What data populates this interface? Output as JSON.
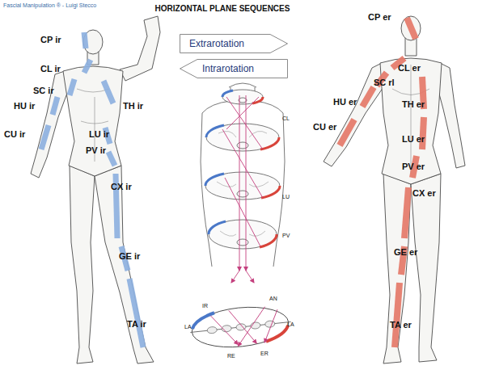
{
  "diagram": {
    "title": "HORIZONTAL PLANE SEQUENCES",
    "nodes": [
      {
        "text": [
          "Extrarotation"
        ]
      },
      {
        "text": [
          "Intrarotation"
        ]
      }
    ],
    "labels": [
      "Fascial Manipulation ® - Luigi Stecco",
      "CP ir",
      "CL ir",
      "SC ir",
      "HU ir",
      "TH ir",
      "CU ir",
      "LU ir",
      "PV ir",
      "CX ir",
      "GE ir",
      "TA ir",
      "CL",
      "LU",
      "PV",
      "IR",
      "AN",
      "LA",
      "LA",
      "RE",
      "ER",
      "CP er",
      "CL er",
      "SC rl",
      "HU er",
      "TH er",
      "CU er",
      "LU er",
      "PV er",
      "CX er",
      "GE er",
      "TA er"
    ]
  }
}
